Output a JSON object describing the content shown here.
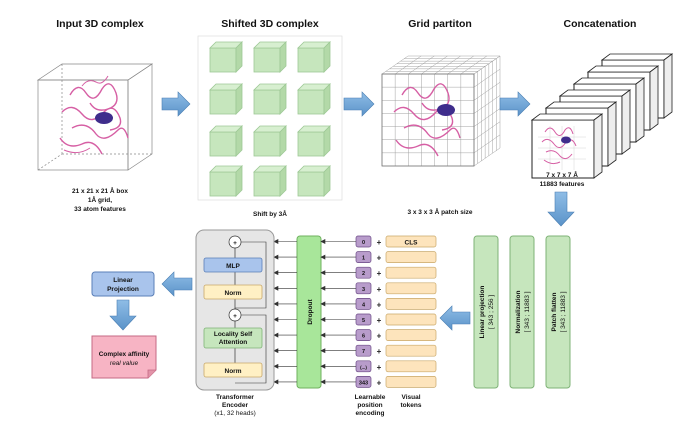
{
  "colors": {
    "arrow": "#6fa8dc",
    "green_fill": "#c6e6bd",
    "green_stroke": "#7fb377",
    "purple_fill": "#b89ccb",
    "purple_stroke": "#6b4a86",
    "token_fill": "#fde4bc",
    "token_stroke": "#c9a86a",
    "norm_fill": "#fff0c4",
    "lin_proj_fill": "#a9c4ec",
    "affinity_fill": "#f7b4c4",
    "encoder_fill": "#e6e6e6",
    "protein": "#d65fa4"
  },
  "panels": {
    "input": {
      "title": "Input 3D complex",
      "caption_lines": [
        "21 x 21 x 21 Å box",
        "1Å grid,",
        "33 atom features"
      ]
    },
    "shifted": {
      "title": "Shifted 3D complex",
      "caption": "Shift by 3Å"
    },
    "grid": {
      "title": "Grid partiton",
      "caption": "3 x 3 x 3 Å patch size"
    },
    "concat": {
      "title": "Concatenation",
      "caption_lines": [
        "7 x 7 x 7 Å",
        "11883 features"
      ]
    }
  },
  "blocks": {
    "patch_flatten": {
      "label": "Patch flatten",
      "sub": "[ 343 ; 11883 ]"
    },
    "normalization": {
      "label": "Normalization",
      "sub": "[ 343 ; 11883 ]"
    },
    "linear_projection": {
      "label": "Linear projection",
      "sub": "[ 343 ; 256 ]"
    },
    "dropout": {
      "label": "Dropout"
    }
  },
  "encoder": {
    "add_symbol": "+",
    "mlp": "MLP",
    "norm_top": "Norm",
    "locality_attention": [
      "Locality Self",
      "Attention"
    ],
    "norm_bottom": "Norm",
    "label_lines": [
      "Transformer",
      "Encoder",
      "(x1, 32 heads)"
    ]
  },
  "tokens": {
    "position_labels": [
      "0",
      "1",
      "2",
      "3",
      "4",
      "5",
      "6",
      "7",
      "(...)",
      "343"
    ],
    "plus": "+",
    "cls": "CLS",
    "position_caption": [
      "Learnable",
      "position",
      "encoding"
    ],
    "visual_caption": [
      "Visual",
      "tokens"
    ]
  },
  "output": {
    "linear_projection": [
      "Linear",
      "Projection"
    ],
    "affinity_title": "Complex affinity",
    "affinity_sub": "real value"
  }
}
